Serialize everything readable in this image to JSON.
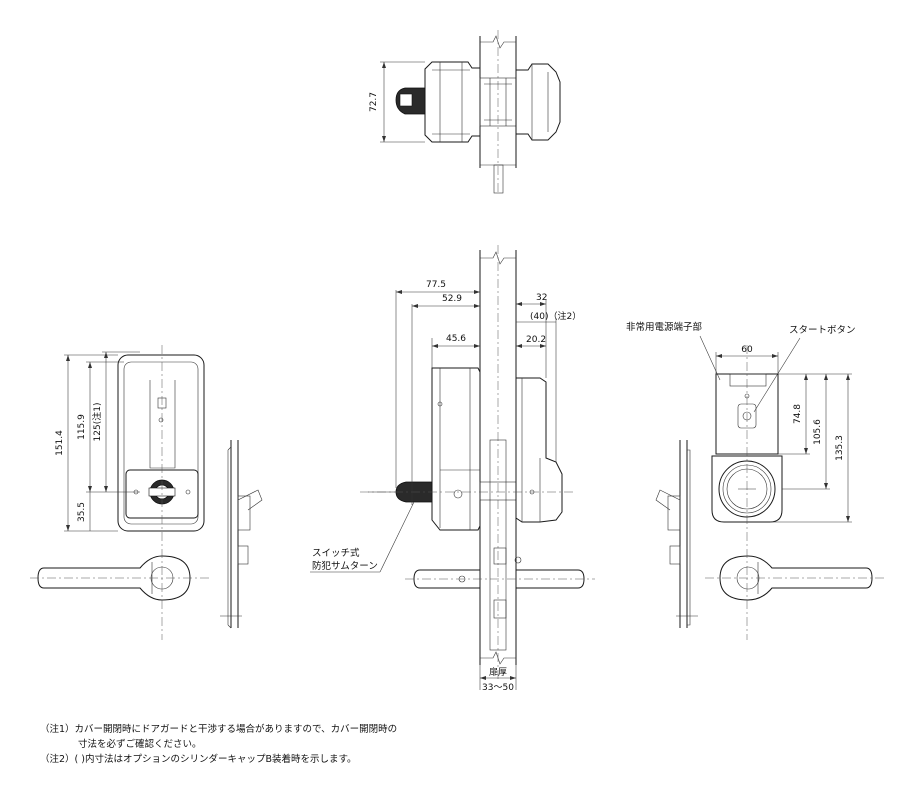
{
  "dimensions": {
    "top_height": "72.7",
    "d77_5": "77.5",
    "d52_9": "52.9",
    "d45_6": "45.6",
    "d32": "32",
    "d40": "(40)（注2）",
    "d20_2": "20.2",
    "d151_4": "151.4",
    "d115_9": "115.9",
    "d125": "125(注1)",
    "d35_5": "35.5",
    "d60": "60",
    "d74_8": "74.8",
    "d105_6": "105.6",
    "d135_3": "135.3",
    "door_thickness_label": "扉厚",
    "door_thickness_range": "33～50"
  },
  "labels": {
    "emergency_terminal": "非常用電源端子部",
    "start_button": "スタートボタン",
    "thumbturn_line1": "スイッチ式",
    "thumbturn_line2": "防犯サムターン"
  },
  "notes": {
    "note1_line1": "（注1）カバー開閉時にドアガードと干渉する場合がありますので、カバー開閉時の",
    "note1_line2": "寸法を必ずご確認ください。",
    "note2": "（注2）(   )内寸法はオプションのシリンダーキャップB装着時を示します。"
  }
}
